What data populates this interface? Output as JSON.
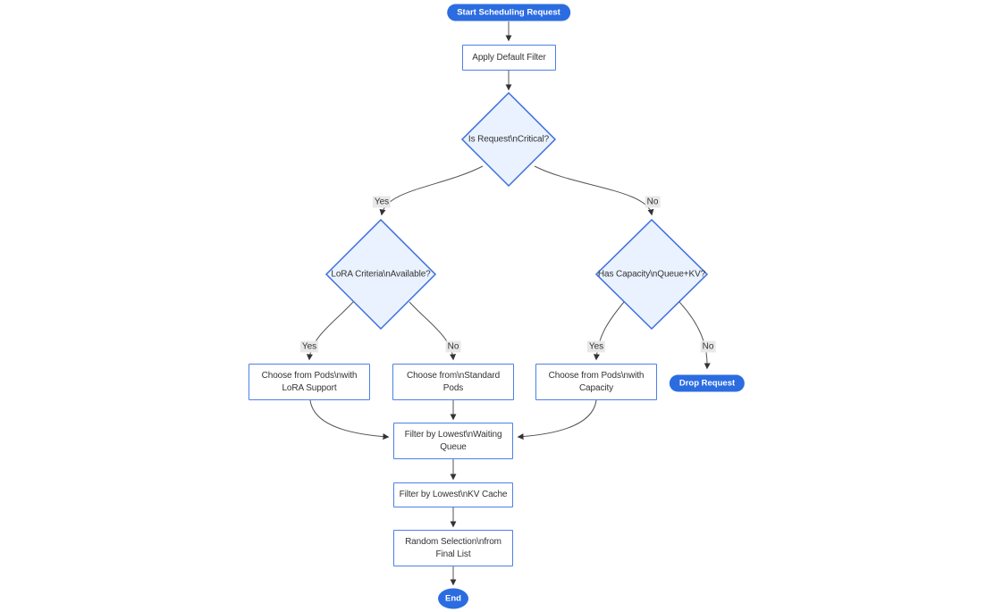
{
  "diagram": {
    "type": "flowchart",
    "direction": "top-down",
    "colors": {
      "terminal_fill": "#2b6ce0",
      "terminal_text": "#ffffff",
      "process_fill": "#ffffff",
      "process_border": "#4d80e6",
      "decision_fill": "#e9f2fe",
      "decision_border": "#3c6ede",
      "edge_line": "#555555",
      "arrowhead": "#333333",
      "edge_label_bg": "#e8e8e8",
      "text": "#333333"
    },
    "nodes": {
      "start": {
        "shape": "stadium",
        "label": "Start Scheduling Request"
      },
      "apply_filter": {
        "shape": "process",
        "label": "Apply Default Filter"
      },
      "is_critical": {
        "shape": "decision",
        "label": "Is Request\\nCritical?"
      },
      "lora_criteria": {
        "shape": "decision",
        "label": "LoRA Criteria\\nAvailable?"
      },
      "has_capacity": {
        "shape": "decision",
        "label": "Has Capacity\\nQueue+KV?"
      },
      "choose_lora_pods": {
        "shape": "process",
        "label": [
          "Choose from Pods\\nwith",
          "LoRA Support"
        ]
      },
      "choose_standard_pods": {
        "shape": "process",
        "label": [
          "Choose from\\nStandard",
          "Pods"
        ]
      },
      "choose_capacity_pods": {
        "shape": "process",
        "label": [
          "Choose from Pods\\nwith",
          "Capacity"
        ]
      },
      "drop_request": {
        "shape": "stadium",
        "label": "Drop Request"
      },
      "filter_waiting_queue": {
        "shape": "process",
        "label": [
          "Filter by Lowest\\nWaiting",
          "Queue"
        ]
      },
      "filter_kv_cache": {
        "shape": "process",
        "label": "Filter by Lowest\\nKV Cache"
      },
      "random_selection": {
        "shape": "process",
        "label": [
          "Random Selection\\nfrom",
          "Final List"
        ]
      },
      "end": {
        "shape": "circle",
        "label": "End"
      }
    },
    "edges": [
      {
        "from": "start",
        "to": "apply_filter",
        "label": ""
      },
      {
        "from": "apply_filter",
        "to": "is_critical",
        "label": ""
      },
      {
        "from": "is_critical",
        "to": "lora_criteria",
        "label": "Yes"
      },
      {
        "from": "is_critical",
        "to": "has_capacity",
        "label": "No"
      },
      {
        "from": "lora_criteria",
        "to": "choose_lora_pods",
        "label": "Yes"
      },
      {
        "from": "lora_criteria",
        "to": "choose_standard_pods",
        "label": "No"
      },
      {
        "from": "has_capacity",
        "to": "choose_capacity_pods",
        "label": "Yes"
      },
      {
        "from": "has_capacity",
        "to": "drop_request",
        "label": "No"
      },
      {
        "from": "choose_lora_pods",
        "to": "filter_waiting_queue",
        "label": ""
      },
      {
        "from": "choose_standard_pods",
        "to": "filter_waiting_queue",
        "label": ""
      },
      {
        "from": "choose_capacity_pods",
        "to": "filter_waiting_queue",
        "label": ""
      },
      {
        "from": "filter_waiting_queue",
        "to": "filter_kv_cache",
        "label": ""
      },
      {
        "from": "filter_kv_cache",
        "to": "random_selection",
        "label": ""
      },
      {
        "from": "random_selection",
        "to": "end",
        "label": ""
      }
    ]
  }
}
